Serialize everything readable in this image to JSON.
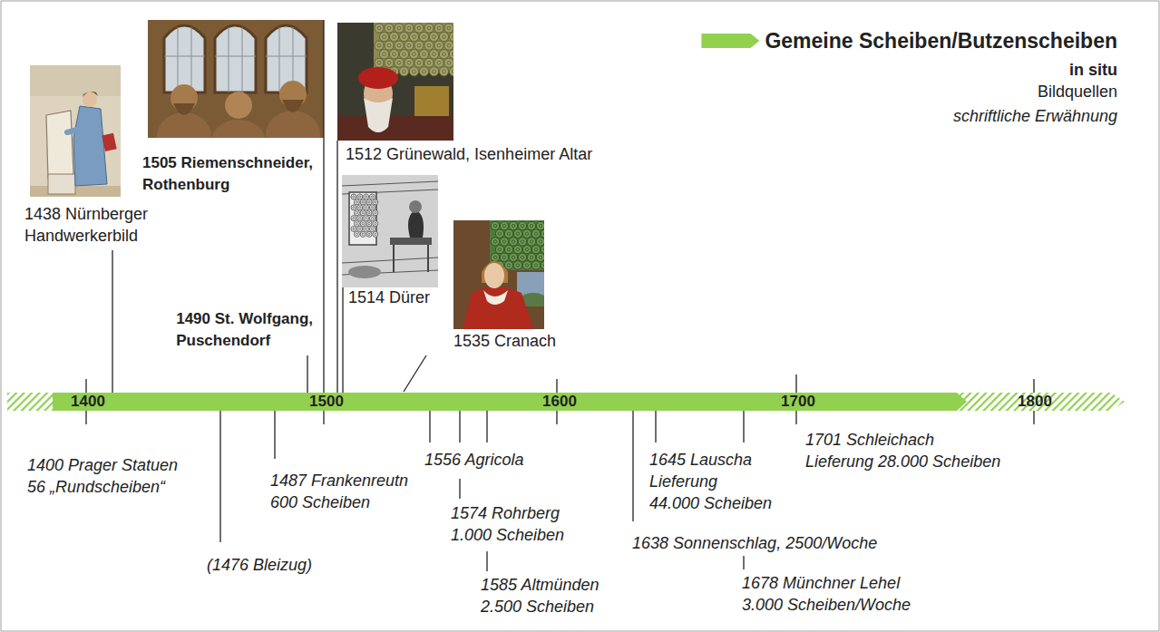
{
  "diagram": {
    "labels": [
      "1400",
      "1500",
      "1600",
      "1700",
      "1800",
      "1400 Prager Statuen 56 „Rundscheiben“",
      "1438 Nürnberger Handwerkerbild",
      "(1476 Bleizug)",
      "1487 Frankenreutn 600 Scheiben",
      "1490 St. Wolfgang, Puschendorf",
      "1505 Riemenschneider, Rothenburg",
      "1512 Grünewald, Isenheimer Altar",
      "1514 Dürer",
      "1535 Cranach",
      "1556 Agricola",
      "1574 Rohrberg 1.000 Scheiben",
      "1585 Altmünden 2.500 Scheiben",
      "1638 Sonnenschlag, 2500/Woche",
      "1645 Lauscha Lieferung 44.000 Scheiben",
      "1678 Münchner Lehel 3.000 Scheiben/Woche",
      "1701 Schleichach Lieferung 28.000 Scheiben"
    ],
    "legend": [
      {
        "text": "Gemeine Scheiben/Butzenscheiben",
        "color": "#92d050"
      },
      {
        "text": "in situ"
      },
      {
        "text": "Bildquellen"
      },
      {
        "text": "schriftliche Erwähnung"
      }
    ]
  }
}
